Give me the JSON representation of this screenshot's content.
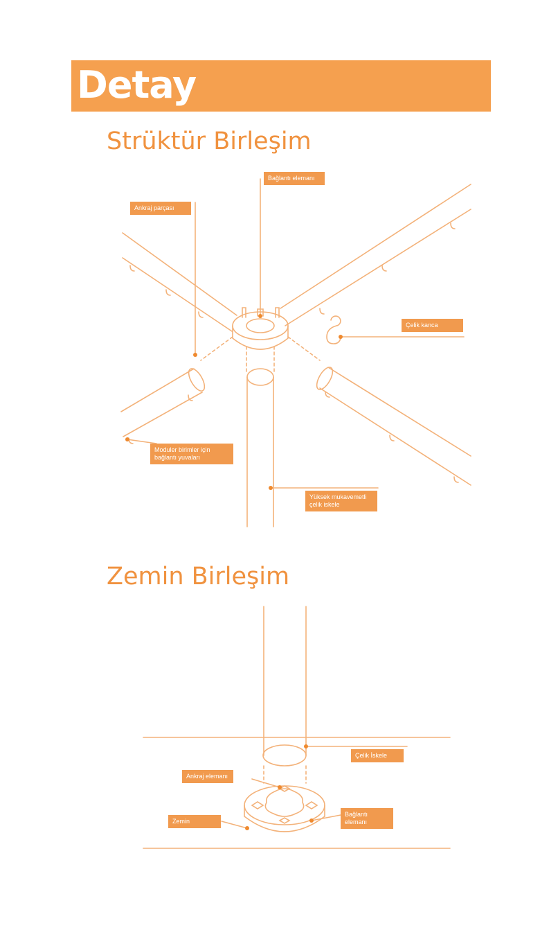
{
  "banner": {
    "title": "Detay"
  },
  "sections": [
    {
      "title": "Strüktür Birleşim",
      "labels": [
        "Bağlantı elemanı",
        "Ankraj parçası",
        "Çelik kanca",
        "Moduler birimler için bağlantı yuvaları",
        "Yüksek mukavemetli çelik iskele"
      ]
    },
    {
      "title": "Zemin Birleşim",
      "labels": [
        "Çelik İskele",
        "Ankraj elemanı",
        "Zemin",
        "Bağlantı elemanı"
      ]
    }
  ],
  "colors": {
    "accent": "#f5a04f",
    "line": "#f3b27a",
    "dot": "#ef8a2f"
  }
}
